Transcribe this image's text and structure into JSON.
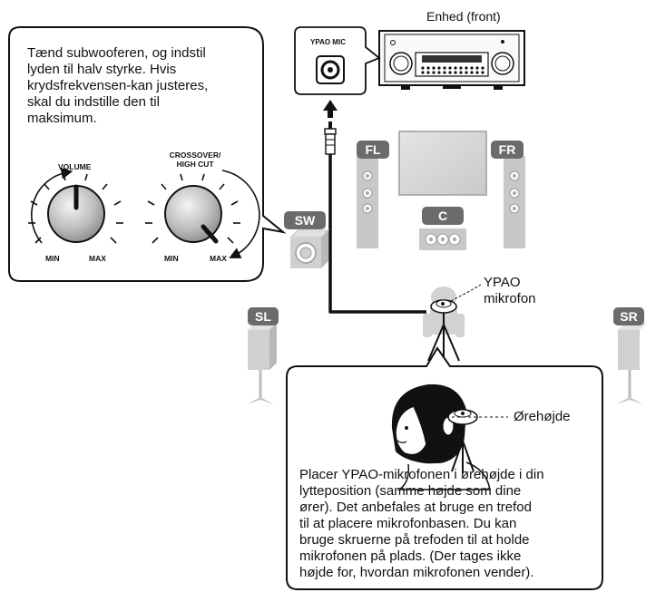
{
  "unit_label": "Enhed (front)",
  "ypao_mic_label": "YPAO MIC",
  "subwoofer_note": {
    "lines": [
      "Tænd subwooferen, og indstil",
      "lyden til halv styrke. Hvis",
      "krydsfrekvensen-kan justeres,",
      "skal du indstille den til",
      "maksimum."
    ]
  },
  "volume_knob": {
    "title": "VOLUME",
    "min": "MIN",
    "max": "MAX"
  },
  "crossover_knob": {
    "title_line1": "CROSSOVER/",
    "title_line2": "HIGH CUT",
    "min": "MIN",
    "max": "MAX"
  },
  "speakers": {
    "fl": "FL",
    "fr": "FR",
    "c": "C",
    "sw": "SW",
    "sl": "SL",
    "sr": "SR"
  },
  "mic_callout": {
    "line1": "YPAO",
    "line2": "mikrofon"
  },
  "ear_height_label": "Ørehøjde",
  "placement_note": {
    "lines": [
      "Placer YPAO-mikrofonen i ørehøjde i din",
      "lytteposition (samme højde som dine",
      "ører). Det anbefales at bruge en trefod",
      "til at placere mikrofonbasen. Du kan",
      "bruge skruerne på trefoden til at holde",
      "mikrofonen på plads. (Der tages ikke",
      "højde for, hvordan mikrofonen vender)."
    ]
  },
  "colors": {
    "speaker_gray": "#c8c8c8",
    "tag_gray": "#6b6b6b",
    "cable": "#1a1a1a"
  }
}
